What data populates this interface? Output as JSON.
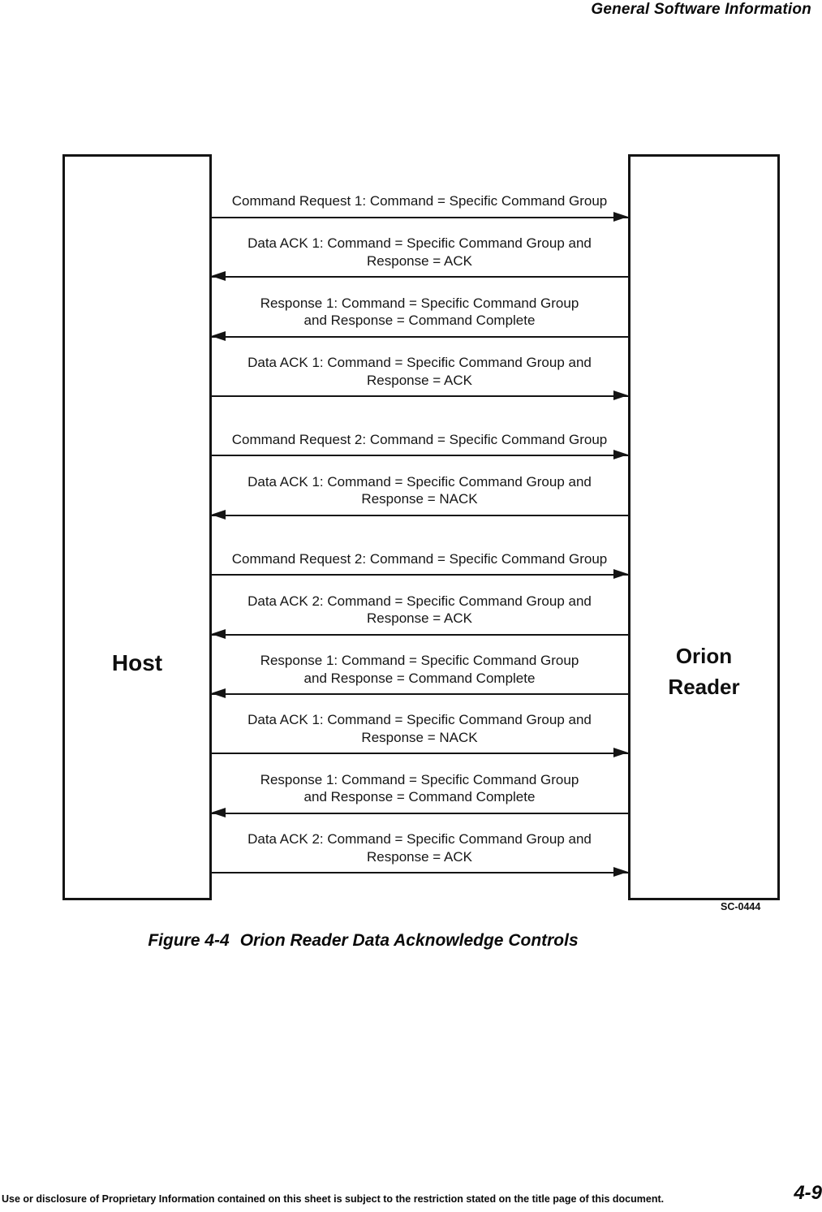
{
  "header": {
    "title": "General Software Information"
  },
  "diagram": {
    "host_label": "Host",
    "reader_label_line1": "Orion",
    "reader_label_line2": "Reader",
    "drawing_number": "SC-0444",
    "messages": [
      {
        "direction": "right",
        "lines": [
          "Command Request 1: Command = Specific Command Group"
        ]
      },
      {
        "direction": "left",
        "lines": [
          "Data ACK 1: Command = Specific Command Group and",
          "Response = ACK"
        ]
      },
      {
        "direction": "left",
        "lines": [
          "Response 1: Command = Specific Command Group",
          "and Response = Command Complete"
        ]
      },
      {
        "direction": "right",
        "lines": [
          "Data ACK 1: Command = Specific Command Group and",
          "Response = ACK"
        ]
      },
      {
        "direction": "right",
        "lines": [
          "Command Request 2: Command = Specific Command Group"
        ]
      },
      {
        "direction": "left",
        "lines": [
          "Data ACK 1: Command = Specific Command Group and",
          "Response = NACK"
        ]
      },
      {
        "direction": "right",
        "lines": [
          "Command Request 2: Command = Specific Command Group"
        ]
      },
      {
        "direction": "left",
        "lines": [
          "Data ACK 2: Command = Specific Command Group and",
          "Response = ACK"
        ]
      },
      {
        "direction": "left",
        "lines": [
          "Response 1: Command = Specific Command Group",
          "and Response = Command Complete"
        ]
      },
      {
        "direction": "right",
        "lines": [
          "Data ACK 1: Command = Specific Command Group and",
          "Response = NACK"
        ]
      },
      {
        "direction": "left",
        "lines": [
          "Response 1: Command = Specific Command Group",
          "and Response = Command Complete"
        ]
      },
      {
        "direction": "right",
        "lines": [
          "Data ACK 2: Command = Specific Command Group and",
          "Response = ACK"
        ]
      }
    ]
  },
  "caption": {
    "figure_label": "Figure 4-4",
    "figure_title": "Orion Reader Data Acknowledge Controls"
  },
  "footer": {
    "notice": "Use or disclosure of Proprietary Information contained on this sheet is subject to the restriction stated on the title page of this document.",
    "page_number": "4-9"
  }
}
